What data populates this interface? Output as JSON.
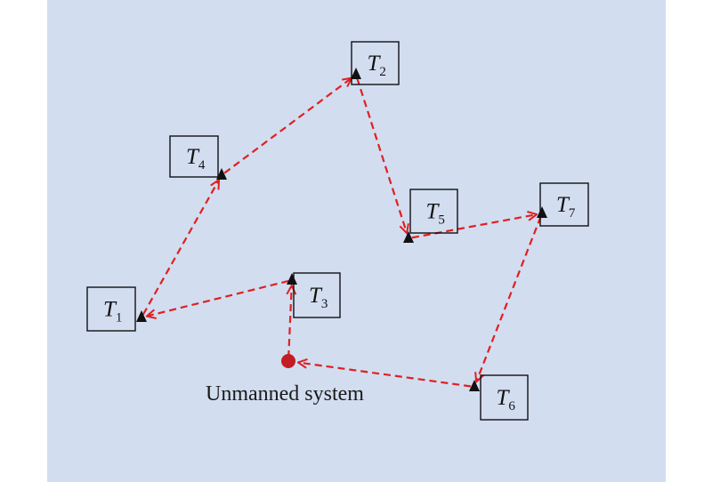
{
  "diagram": {
    "colors": {
      "background": "#d2ddf0",
      "route": "#e02020",
      "target_marker": "#111111",
      "system_marker": "#c21d24"
    },
    "targets": [
      {
        "id": "T1",
        "label": "T",
        "sub": "1"
      },
      {
        "id": "T2",
        "label": "T",
        "sub": "2"
      },
      {
        "id": "T3",
        "label": "T",
        "sub": "3"
      },
      {
        "id": "T4",
        "label": "T",
        "sub": "4"
      },
      {
        "id": "T5",
        "label": "T",
        "sub": "5"
      },
      {
        "id": "T6",
        "label": "T",
        "sub": "6"
      },
      {
        "id": "T7",
        "label": "T",
        "sub": "7"
      }
    ],
    "system": {
      "id": "unmanned-system",
      "label": "Unmanned system"
    },
    "route": [
      "unmanned-system",
      "T3",
      "T1",
      "T4",
      "T2",
      "T5",
      "T7",
      "T6",
      "unmanned-system"
    ]
  }
}
